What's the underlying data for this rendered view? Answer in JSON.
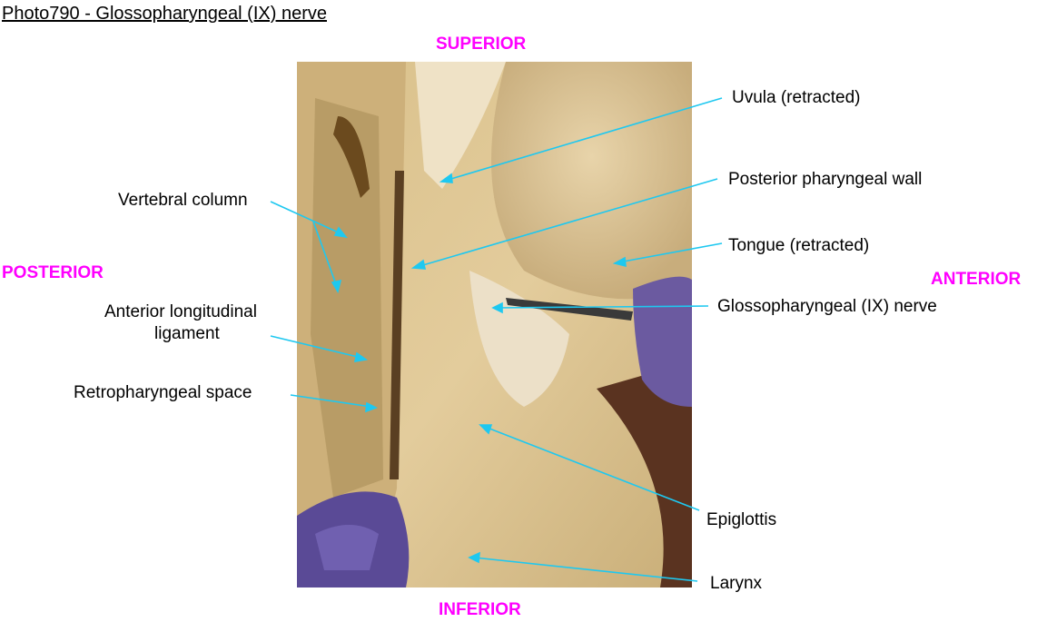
{
  "title": "Photo790 - Glossopharyngeal (IX) nerve",
  "directions": {
    "superior": "SUPERIOR",
    "inferior": "INFERIOR",
    "posterior": "POSTERIOR",
    "anterior": "ANTERIOR"
  },
  "labels": {
    "uvula": "Uvula (retracted)",
    "posterior_pharyngeal_wall": "Posterior pharyngeal wall",
    "tongue": "Tongue (retracted)",
    "glossopharyngeal_nerve": "Glossopharyngeal (IX) nerve",
    "epiglottis": "Epiglottis",
    "larynx": "Larynx",
    "vertebral_column": "Vertebral column",
    "anterior_longitudinal_ligament_1": "Anterior longitudinal",
    "anterior_longitudinal_ligament_2": "ligament",
    "retropharyngeal_space": "Retropharyngeal space"
  },
  "colors": {
    "direction": "#ff00ff",
    "leader_line": "#1ec8f0"
  }
}
